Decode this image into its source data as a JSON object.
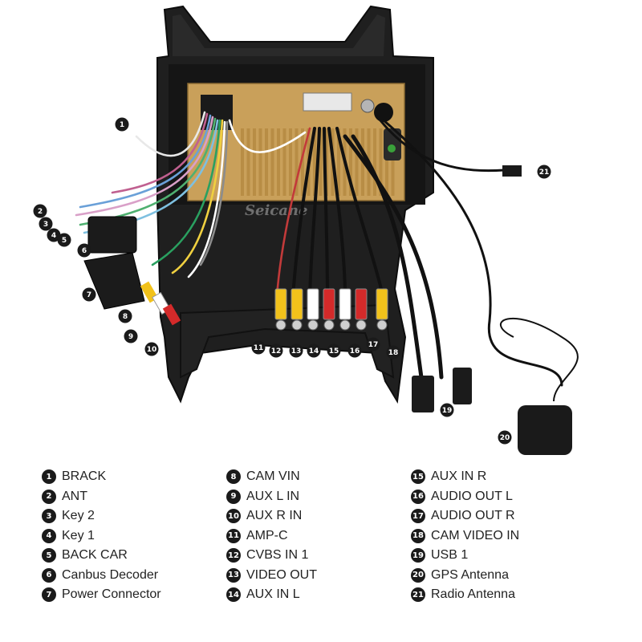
{
  "watermark": "Seicane",
  "callouts": [
    "1",
    "2",
    "3",
    "4",
    "5",
    "6",
    "7",
    "8",
    "9",
    "10",
    "11",
    "12",
    "13",
    "14",
    "15",
    "16",
    "17",
    "18",
    "19",
    "20",
    "21"
  ],
  "legend": {
    "col1": [
      {
        "num": "1",
        "label": "BRACK"
      },
      {
        "num": "2",
        "label": "ANT"
      },
      {
        "num": "3",
        "label": "Key 2"
      },
      {
        "num": "4",
        "label": "Key 1"
      },
      {
        "num": "5",
        "label": "BACK CAR"
      },
      {
        "num": "6",
        "label": "Canbus Decoder"
      },
      {
        "num": "7",
        "label": "Power Connector"
      }
    ],
    "col2": [
      {
        "num": "8",
        "label": "CAM VIN"
      },
      {
        "num": "9",
        "label": "AUX L IN"
      },
      {
        "num": "10",
        "label": "AUX R IN"
      },
      {
        "num": "11",
        "label": "AMP-C"
      },
      {
        "num": "12",
        "label": "CVBS IN 1"
      },
      {
        "num": "13",
        "label": "VIDEO OUT"
      },
      {
        "num": "14",
        "label": "AUX IN L"
      }
    ],
    "col3": [
      {
        "num": "15",
        "label": "AUX IN R"
      },
      {
        "num": "16",
        "label": "AUDIO OUT L"
      },
      {
        "num": "17",
        "label": "AUDIO OUT R"
      },
      {
        "num": "18",
        "label": "CAM VIDEO IN"
      },
      {
        "num": "19",
        "label": "USB 1"
      },
      {
        "num": "20",
        "label": "GPS Antenna"
      },
      {
        "num": "21",
        "label": "Radio Antenna"
      }
    ]
  }
}
